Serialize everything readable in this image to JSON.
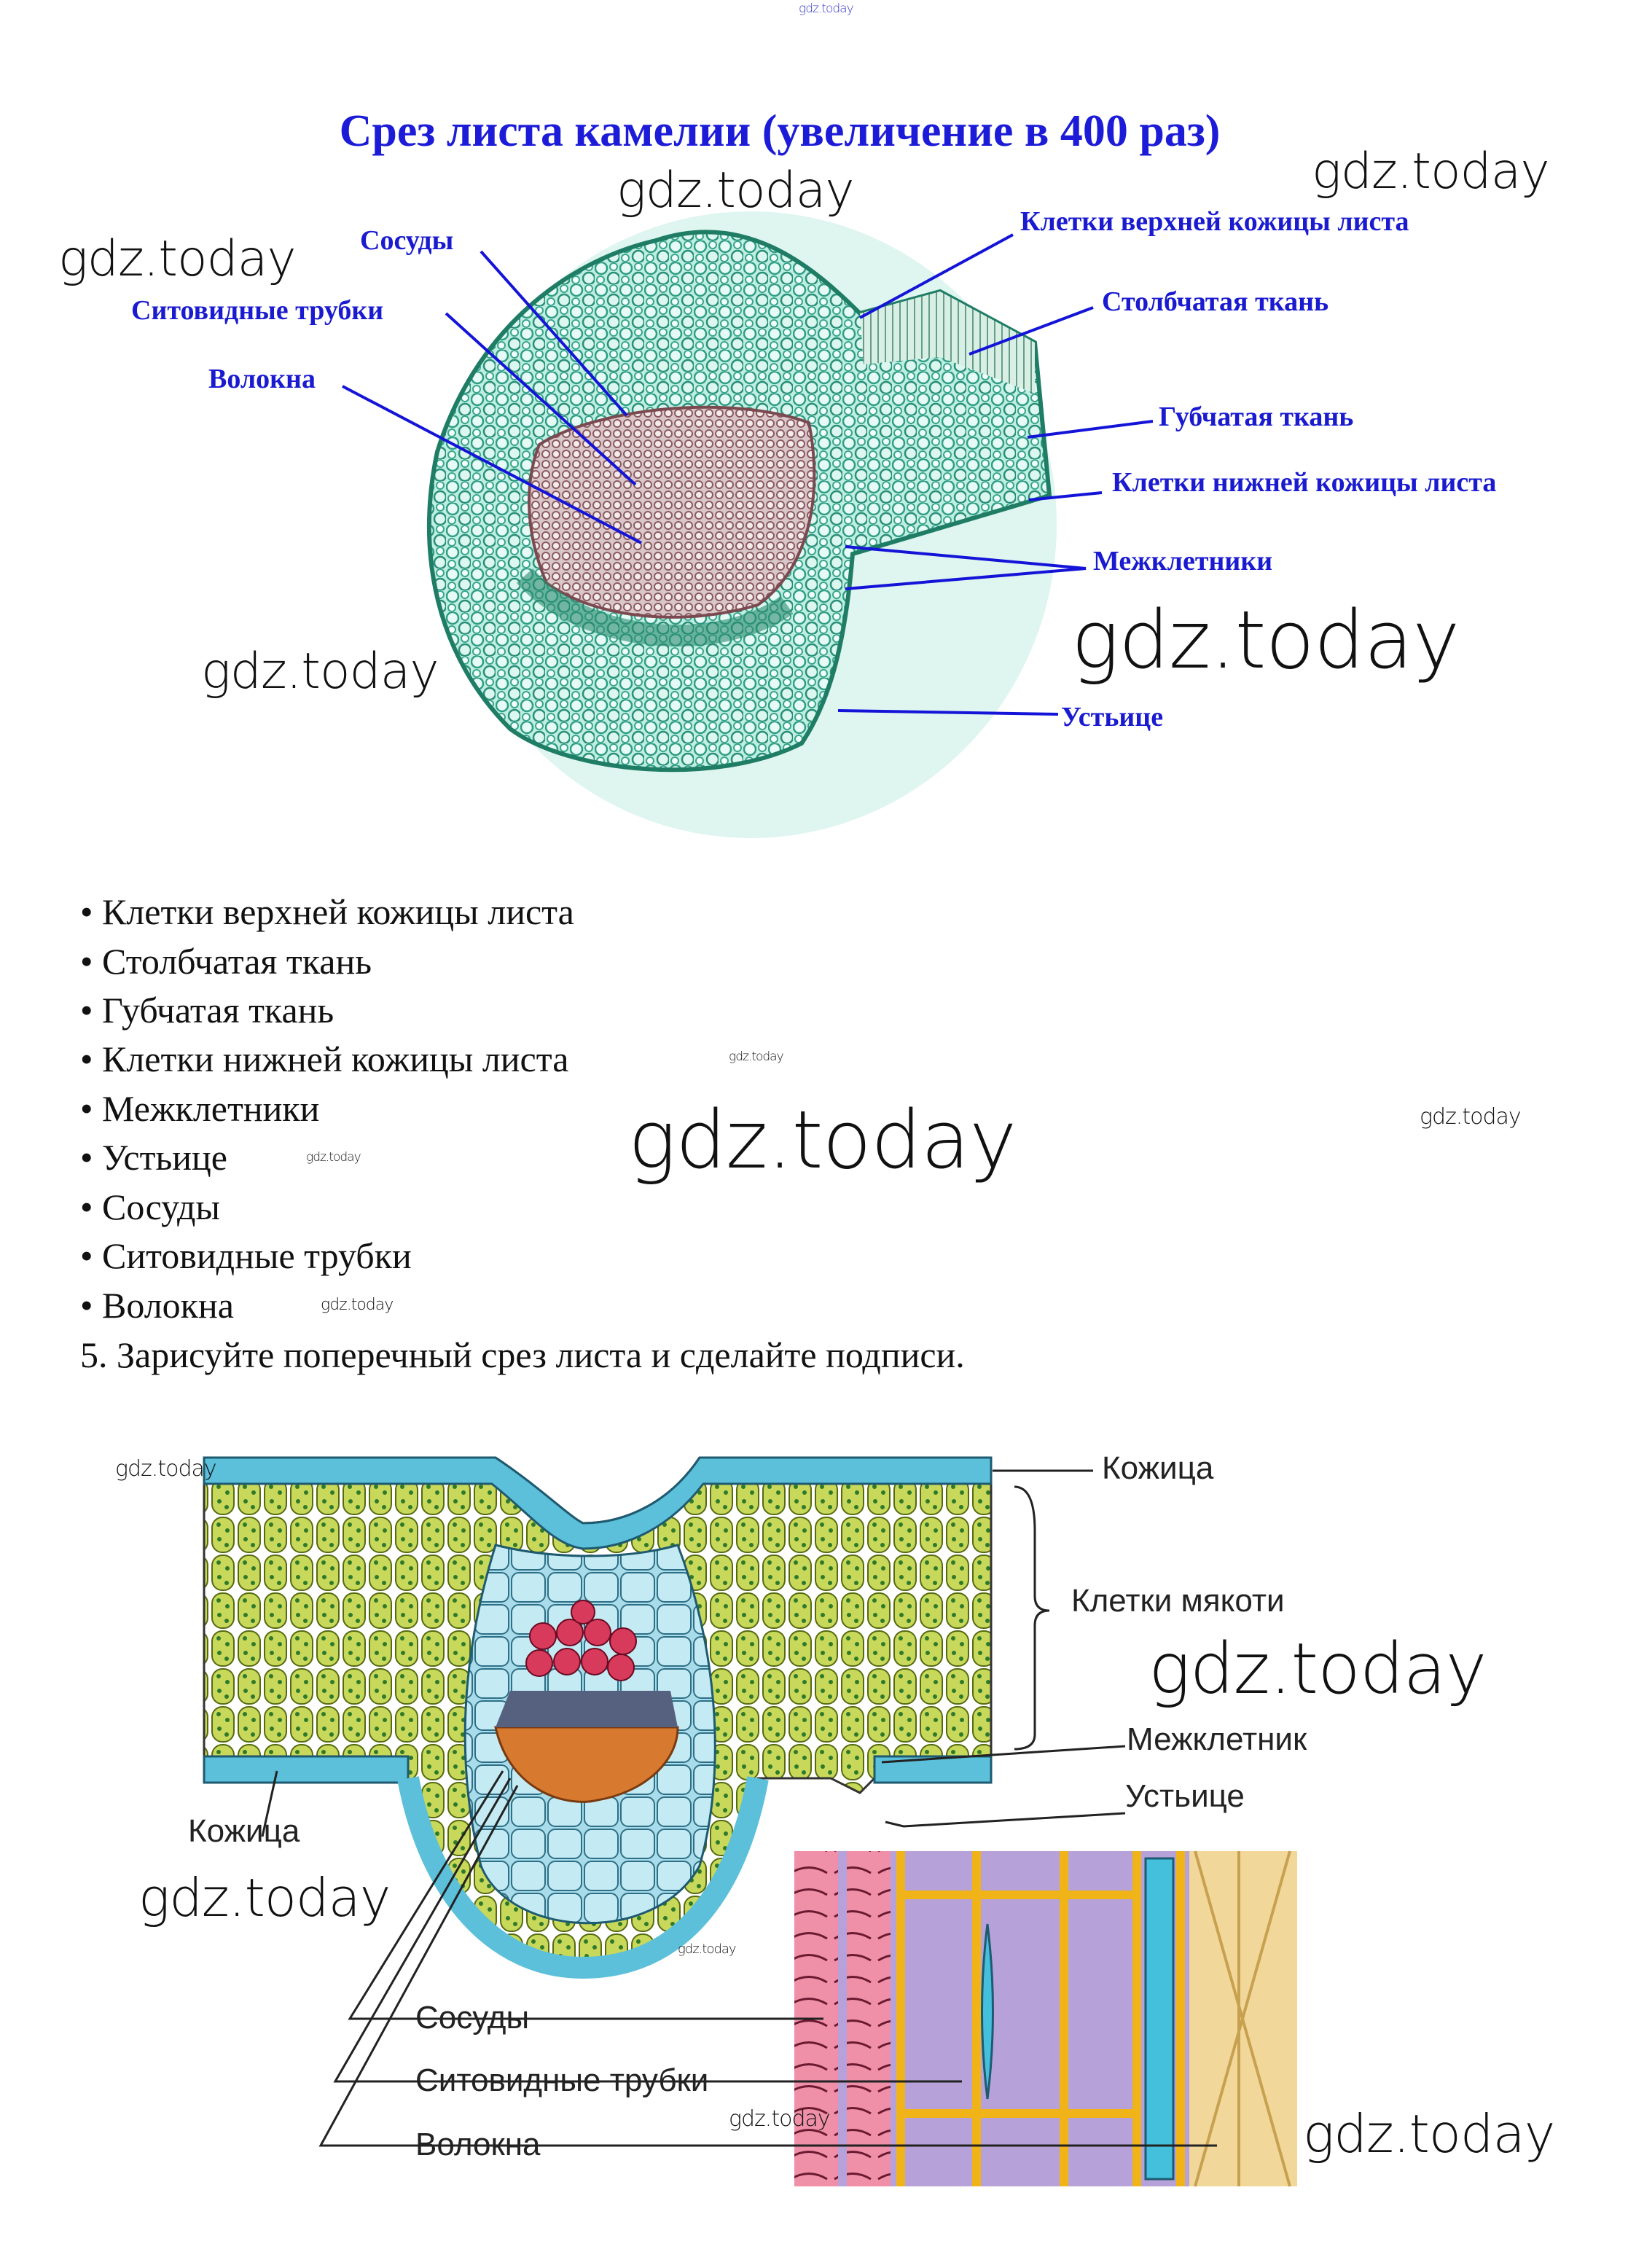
{
  "watermark": "gdz.today",
  "figure1": {
    "title": "Срез листа камелии (увеличение в 400 раз)",
    "labels": {
      "vessels": "Сосуды",
      "sieve_tubes": "Ситовидные трубки",
      "fibers": "Волокна",
      "upper_epidermis": "Клетки верхней кожицы листа",
      "palisade": "Столбчатая ткань",
      "spongy": "Губчатая ткань",
      "lower_epidermis": "Клетки нижней кожицы листа",
      "intercellular": "Межклетники",
      "stoma": "Устьице"
    }
  },
  "list": [
    "• Клетки верхней кожицы листа",
    "• Столбчатая ткань",
    "• Губчатая ткань",
    "• Клетки нижней кожицы листа",
    "• Межклетники",
    "• Устьице",
    "• Сосуды",
    "• Ситовидные трубки",
    "• Волокна"
  ],
  "task": "5. Зарисуйте поперечный срез листа и сделайте подписи.",
  "figure2": {
    "labels": {
      "epidermis_top": "Кожица",
      "mesophyll": "Клетки мякоти",
      "intercellular": "Межклетник",
      "stoma": "Устьице",
      "epidermis_bottom": "Кожица",
      "vessels": "Сосуды",
      "sieve_tubes": "Ситовидные трубки",
      "fibers": "Волокна"
    }
  }
}
